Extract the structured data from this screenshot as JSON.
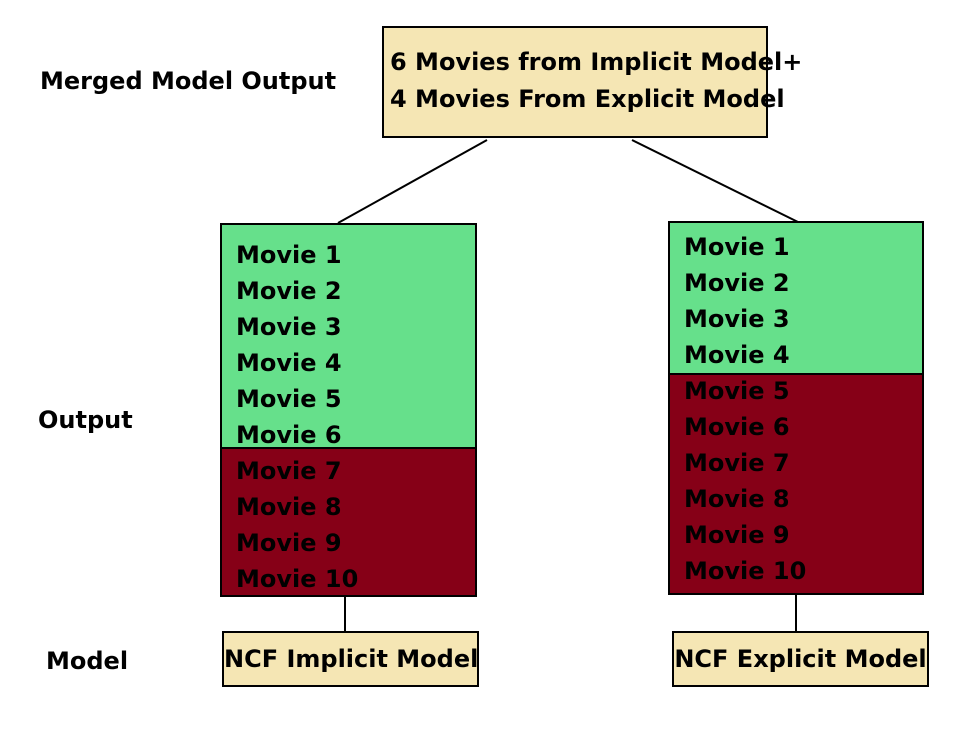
{
  "labels": {
    "merged": "Merged Model Output",
    "output": "Output",
    "model": "Model"
  },
  "merged_box": {
    "line1": "6 Movies from Implicit Model+",
    "line2": "4 Movies From Explicit Model"
  },
  "left": {
    "model": "NCF Implicit Model",
    "green_count": 6,
    "items": [
      "Movie 1",
      "Movie 2",
      "Movie 3",
      "Movie 4",
      "Movie 5",
      "Movie 6",
      "Movie 7",
      "Movie 8",
      "Movie 9",
      "Movie 10"
    ]
  },
  "right": {
    "model": "NCF Explicit Model",
    "green_count": 4,
    "items": [
      "Movie 1",
      "Movie 2",
      "Movie 3",
      "Movie 4",
      "Movie 5",
      "Movie 6",
      "Movie 7",
      "Movie 8",
      "Movie 9",
      "Movie 10"
    ]
  },
  "colors": {
    "box_fill": "#f5e6b4",
    "selected_fill": "#66e08b",
    "not_selected_fill": "#860017"
  }
}
